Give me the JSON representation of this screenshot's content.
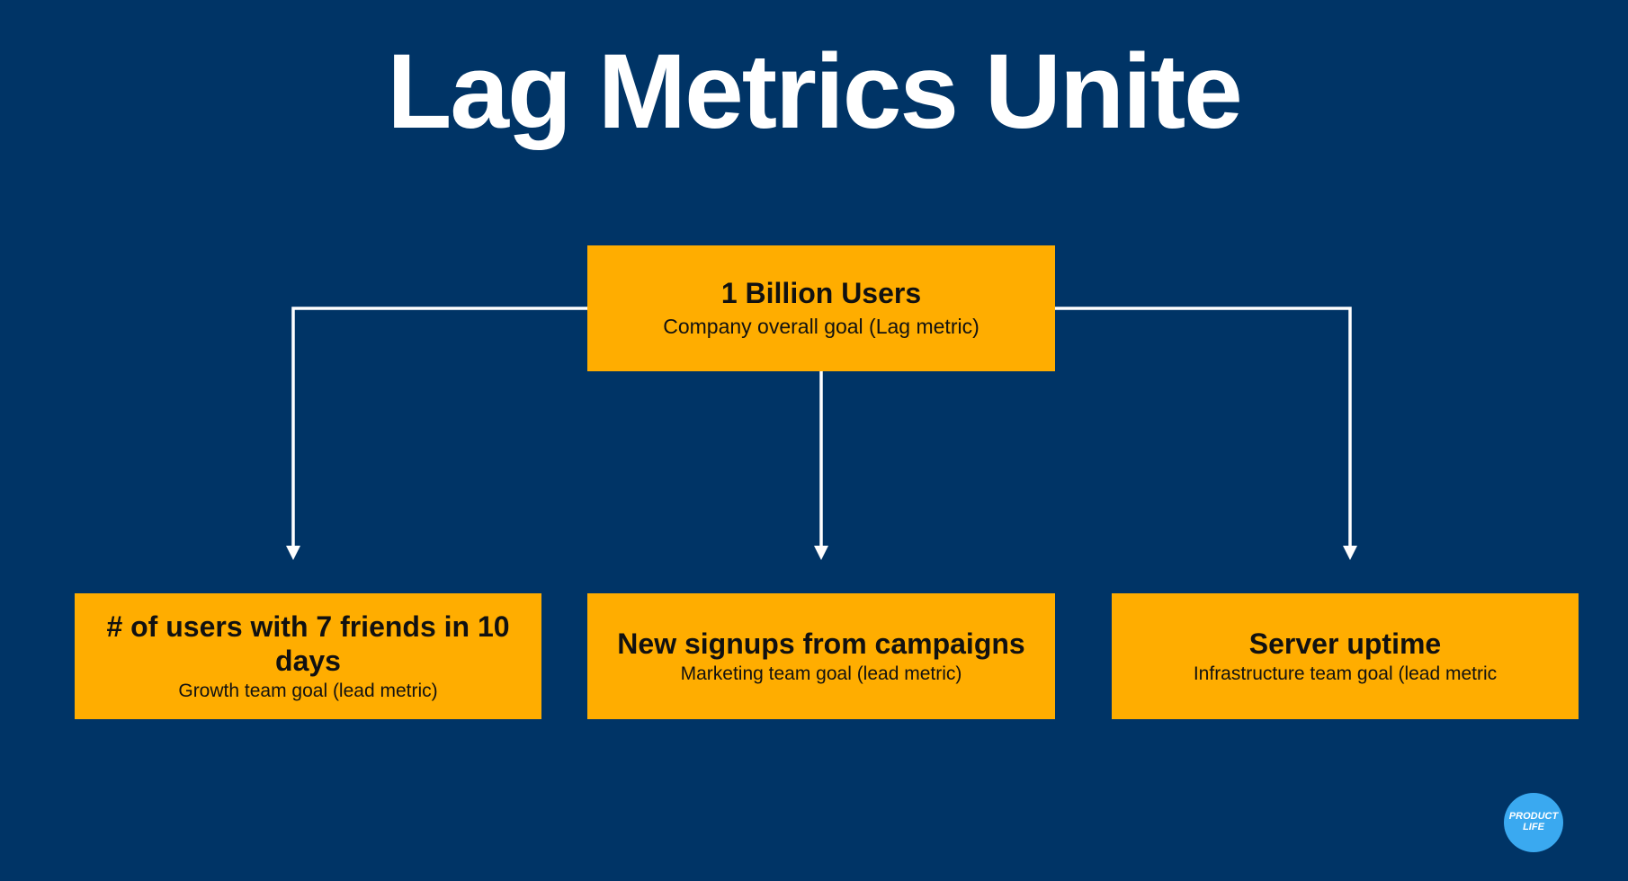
{
  "title": "Lag Metrics Unite",
  "top_box": {
    "heading": "1 Billion Users",
    "sub": "Company overall goal (Lag metric)"
  },
  "child_boxes": [
    {
      "heading": "# of users with 7 friends in 10 days",
      "sub": "Growth team goal (lead metric)"
    },
    {
      "heading": "New signups from campaigns",
      "sub": "Marketing team goal (lead metric)"
    },
    {
      "heading": "Server uptime",
      "sub": "Infrastructure team goal (lead metric"
    }
  ],
  "logo": {
    "line1": "PRODUCT",
    "line2": "LIFE"
  },
  "colors": {
    "background": "#003466",
    "box": "#ffad00",
    "connector": "#ffffff",
    "logo": "#3aa9f0"
  }
}
